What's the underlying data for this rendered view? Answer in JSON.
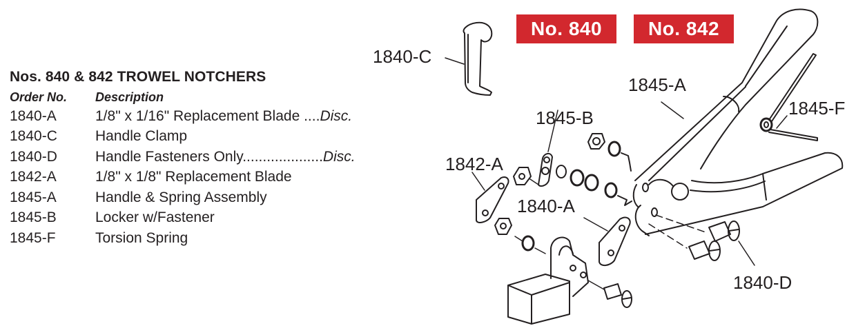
{
  "parts_list": {
    "title": "Nos. 840 & 842 TROWEL NOTCHERS",
    "headers": {
      "order_no": "Order No.",
      "description": "Description"
    },
    "rows": [
      {
        "order_no": "1840-A",
        "description": "1/8\" x 1/16\" Replacement Blade ....",
        "status": "Disc."
      },
      {
        "order_no": "1840-C",
        "description": "Handle Clamp",
        "status": ""
      },
      {
        "order_no": "1840-D",
        "description": "Handle Fasteners Only....................",
        "status": "Disc."
      },
      {
        "order_no": "1842-A",
        "description": "1/8\" x 1/8\" Replacement Blade",
        "status": ""
      },
      {
        "order_no": "1845-A",
        "description": "Handle & Spring Assembly",
        "status": ""
      },
      {
        "order_no": "1845-B",
        "description": "Locker w/Fastener",
        "status": ""
      },
      {
        "order_no": "1845-F",
        "description": "Torsion Spring",
        "status": ""
      }
    ]
  },
  "badges": [
    {
      "label": "No. 840",
      "color": "#d2282e"
    },
    {
      "label": "No. 842",
      "color": "#d2282e"
    }
  ],
  "callouts": {
    "c1840C": "1840-C",
    "c1845A": "1845-A",
    "c1845F": "1845-F",
    "c1845B": "1845-B",
    "c1842A": "1842-A",
    "c1840A": "1840-A",
    "c1840D": "1840-D"
  }
}
